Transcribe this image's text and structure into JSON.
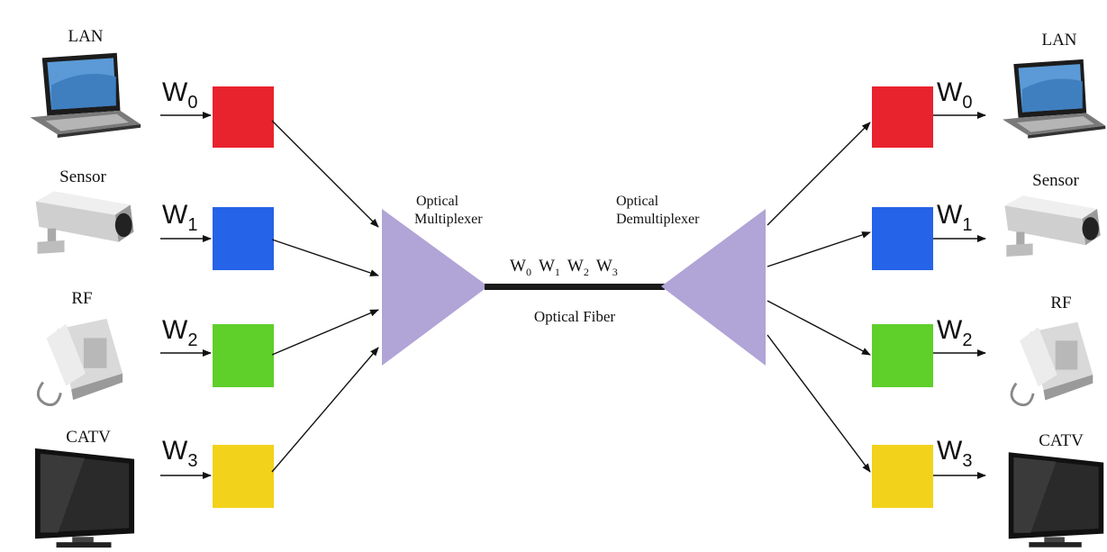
{
  "devices": {
    "left": [
      {
        "label": "LAN",
        "icon": "laptop-icon"
      },
      {
        "label": "Sensor",
        "icon": "security-camera-icon"
      },
      {
        "label": "RF",
        "icon": "telephone-icon"
      },
      {
        "label": "CATV",
        "icon": "television-icon"
      }
    ],
    "right": [
      {
        "label": "LAN",
        "icon": "laptop-icon"
      },
      {
        "label": "Sensor",
        "icon": "security-camera-icon"
      },
      {
        "label": "RF",
        "icon": "telephone-icon"
      },
      {
        "label": "CATV",
        "icon": "television-icon"
      }
    ]
  },
  "wavelengths": [
    {
      "base": "W",
      "sub": "0",
      "color": "#e8232e"
    },
    {
      "base": "W",
      "sub": "1",
      "color": "#2563e8"
    },
    {
      "base": "W",
      "sub": "2",
      "color": "#5fcf2a"
    },
    {
      "base": "W",
      "sub": "3",
      "color": "#f2d21a"
    }
  ],
  "multiplexer": {
    "line1": "Optical",
    "line2": "Multiplexer",
    "color": "#b1a4d6"
  },
  "demultiplexer": {
    "line1": "Optical",
    "line2": "Demultiplexer",
    "color": "#b1a4d6"
  },
  "fiber": {
    "label": "Optical Fiber",
    "channels": [
      {
        "base": "W",
        "sub": "0"
      },
      {
        "base": "W",
        "sub": "1"
      },
      {
        "base": "W",
        "sub": "2"
      },
      {
        "base": "W",
        "sub": "3"
      }
    ]
  }
}
